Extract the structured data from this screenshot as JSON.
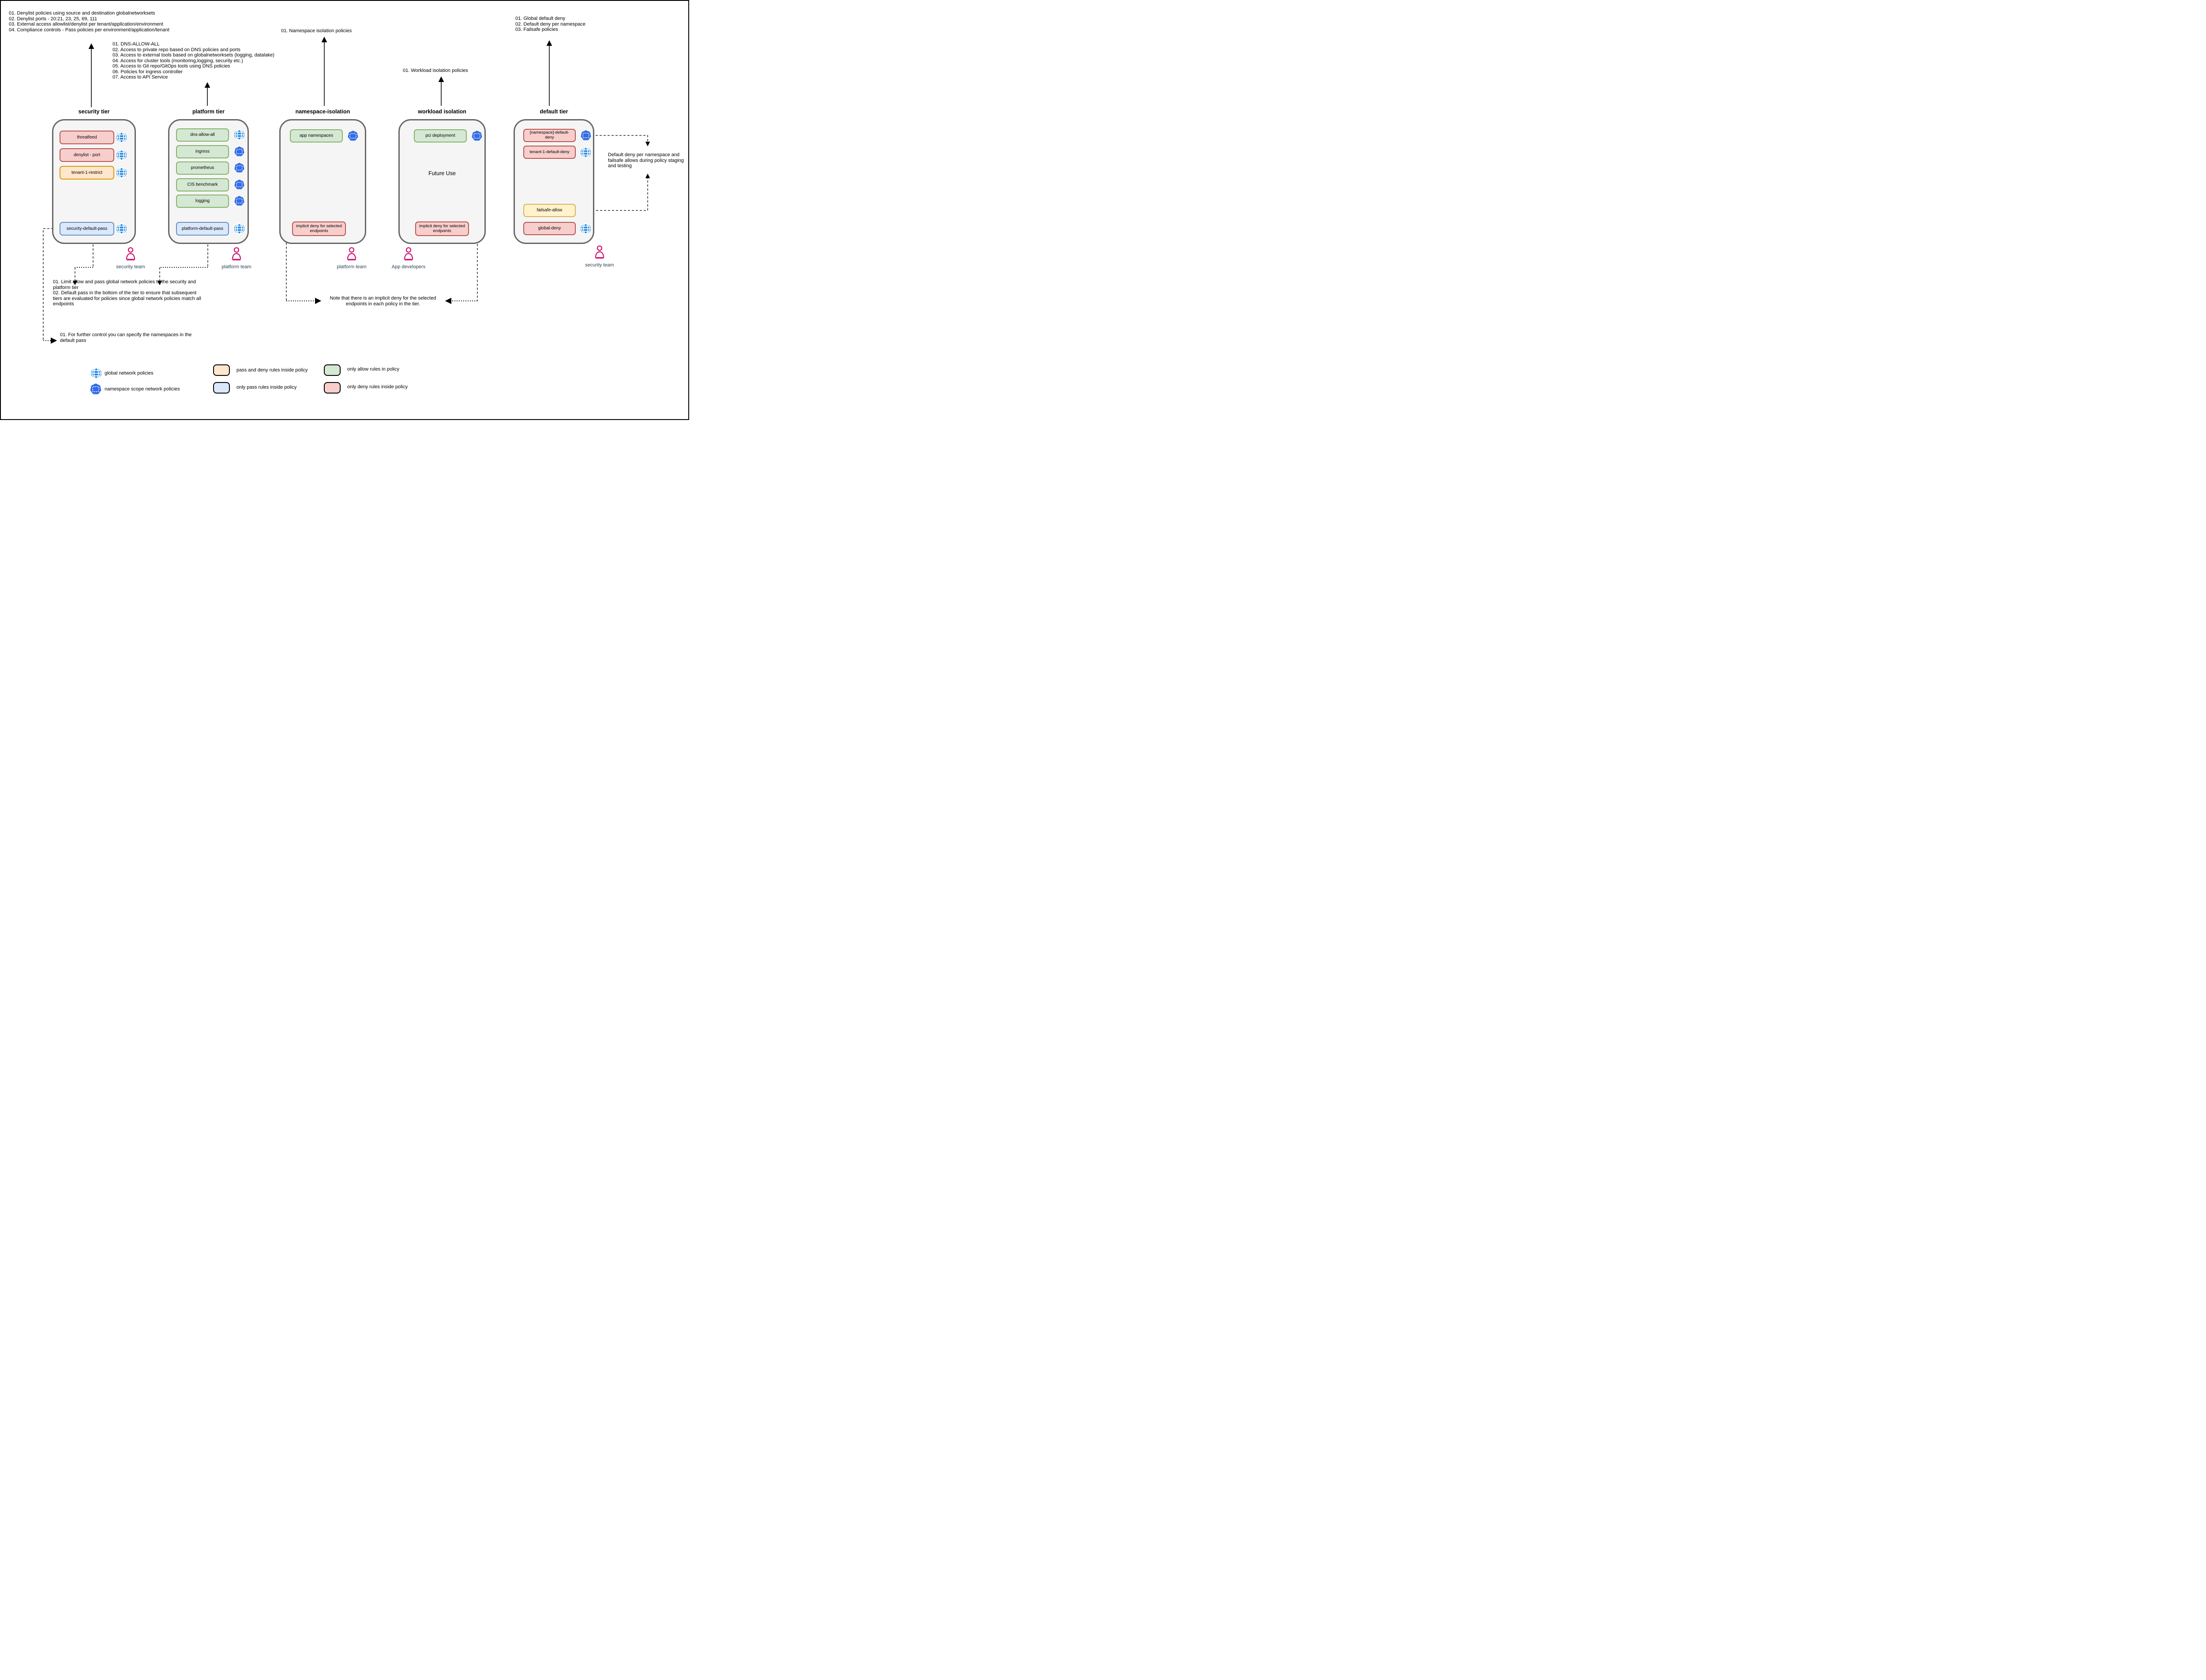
{
  "annotations": {
    "security_tier_notes": [
      "01. Denylist policies using source and destination globalnetworksets",
      "02. Denylist ports - 20:21, 23, 25, 69, 111",
      "03. External access allowlist/denylist per tenant/application/environment",
      "04. Compliance controls - Pass policies per environment/application/tenant"
    ],
    "platform_tier_notes": [
      "01. DNS-ALLOW-ALL",
      "02. Access to private repo based on DNS policies and ports",
      "03. Access to external tools based on globalnetworksets (logging, datalake)",
      "04. Access for cluster tools (monitoring,logging, security etc.)",
      "05. Access to Git repo/GitOps tools using DNS policies",
      "06. Policies for ingress controller",
      "07. Access to API Service"
    ],
    "namespace_note": "01. Namespace isolation policies",
    "workload_note": "01. Workload isolation policies",
    "default_tier_notes": [
      "01. Global default deny",
      "02. Default deny per namespace",
      "03. Failsafe policies"
    ],
    "limit_pass_notes": [
      "01. Limit allow and pass global network policies to the security and platform tier",
      "02. Default pass in the bottom of the tier to ensure that subsequent tiers are evaluated for policies since global network policies match all endpoints"
    ],
    "further_control_note": "01. For further control you can specify the namespaces in the default pass",
    "implicit_deny_note": "Note that there is an implicit deny for the selected endpoints in each policy in the tier.",
    "default_deny_note": "Default deny per namespace and failsafe allows during policy staging and testing"
  },
  "tiers": [
    {
      "title": "security tier",
      "team": "security team",
      "policies": [
        {
          "label": "threatfeed",
          "rules": "only deny",
          "scope": "global"
        },
        {
          "label": "denylist - port",
          "rules": "only deny",
          "scope": "global"
        },
        {
          "label": "tenant-1-restrict",
          "rules": "pass and deny",
          "scope": "global"
        },
        {
          "label": "security-default-pass",
          "rules": "only pass",
          "scope": "global"
        }
      ]
    },
    {
      "title": "platform tier",
      "team": "platform team",
      "policies": [
        {
          "label": "dns-allow-all",
          "rules": "only allow",
          "scope": "global"
        },
        {
          "label": "ingress",
          "rules": "only allow",
          "scope": "namespace"
        },
        {
          "label": "prometheus",
          "rules": "only allow",
          "scope": "namespace"
        },
        {
          "label": "CIS benchmark",
          "rules": "only allow",
          "scope": "namespace"
        },
        {
          "label": "logging",
          "rules": "only allow",
          "scope": "namespace"
        },
        {
          "label": "platform-default-pass",
          "rules": "only pass",
          "scope": "global"
        }
      ]
    },
    {
      "title": "namespace-isolation",
      "team": "platform team",
      "policies": [
        {
          "label": "app namespaces",
          "rules": "only allow",
          "scope": "namespace"
        },
        {
          "label": "implicit deny for selected endpoints",
          "rules": "only deny",
          "scope": "none"
        }
      ]
    },
    {
      "title": "workload isolation",
      "team": "App developers",
      "center_label": "Future Use",
      "policies": [
        {
          "label": "pci deployment",
          "rules": "only allow",
          "scope": "namespace"
        },
        {
          "label": "implicit deny for selected endpoints",
          "rules": "only deny",
          "scope": "none"
        }
      ]
    },
    {
      "title": "default tier",
      "team": "security team",
      "policies": [
        {
          "label": "[namespace]-default-deny",
          "rules": "only deny",
          "scope": "namespace"
        },
        {
          "label": "tenant-1-default-deny",
          "rules": "only deny",
          "scope": "global"
        },
        {
          "label": "failsafe-allow",
          "rules": "failsafe",
          "scope": "none"
        },
        {
          "label": "global-deny",
          "rules": "only deny",
          "scope": "global"
        }
      ]
    }
  ],
  "legend": {
    "items": [
      {
        "icon": "globe",
        "label": "global network policies"
      },
      {
        "icon": "namespace-heptagon",
        "label": "namespace scope network policies"
      },
      {
        "swatch": "passdeny",
        "label": "pass and deny rules inside policy"
      },
      {
        "swatch": "pass",
        "label": "only pass rules inside policy"
      },
      {
        "swatch": "allow",
        "label": "only allow rules in policy"
      },
      {
        "swatch": "deny",
        "label": "only deny rules inside policy"
      }
    ]
  },
  "colors": {
    "deny_fill": "#f8cecc",
    "deny_border": "#b85450",
    "allow_fill": "#d5e8d4",
    "allow_border": "#82b366",
    "pass_fill": "#dae8fc",
    "pass_border": "#6c8ebf",
    "passdeny_fill": "#ffe6cc",
    "passdeny_border": "#d79b00",
    "failsafe_fill": "#fff2cc",
    "failsafe_border": "#d6b656",
    "tier_fill": "#f5f5f5",
    "tier_border": "#666666",
    "globe_icon": "#1e87e0",
    "namespace_icon": "#326ce5",
    "person_icon": "#d0126f",
    "team_text": "#2d4356"
  }
}
